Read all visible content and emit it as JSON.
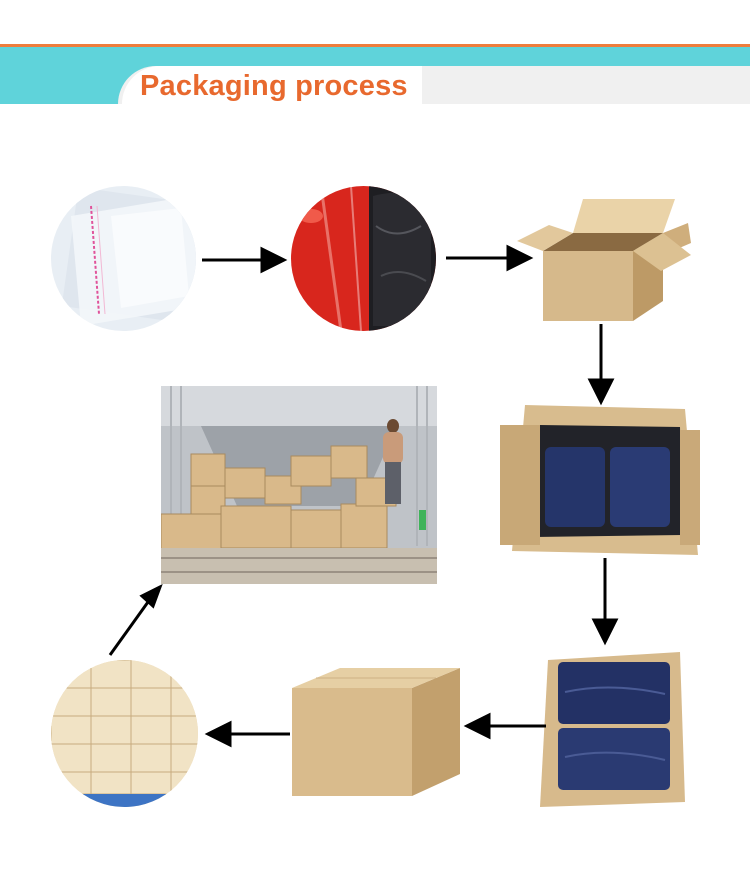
{
  "header": {
    "title": "Packaging process",
    "accent_color": "#ef7d3c",
    "band_color": "#5fd3da",
    "title_color": "#e8692e"
  },
  "steps": [
    {
      "id": "poly-bag",
      "icon": "clear-poly-bag-photo"
    },
    {
      "id": "bagged-product",
      "icon": "bagged-product-photo"
    },
    {
      "id": "open-carton",
      "icon": "open-carton-box"
    },
    {
      "id": "carton-filled-layer-1",
      "icon": "carton-with-bagged-items-photo"
    },
    {
      "id": "carton-filled-full",
      "icon": "carton-fully-packed-photo"
    },
    {
      "id": "sealed-carton",
      "icon": "sealed-carton-box"
    },
    {
      "id": "palletized-cartons",
      "icon": "stacked-cartons-photo"
    },
    {
      "id": "container-loading",
      "icon": "container-loading-photo"
    }
  ],
  "flow": [
    "poly-bag",
    "bagged-product",
    "open-carton",
    "carton-filled-layer-1",
    "carton-filled-full",
    "sealed-carton",
    "palletized-cartons",
    "container-loading"
  ]
}
